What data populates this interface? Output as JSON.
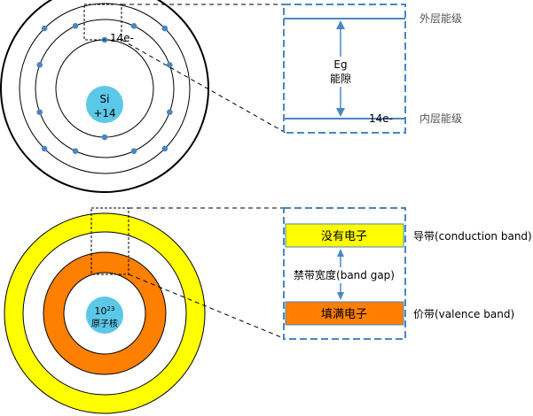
{
  "top": {
    "nucleus_symbol": "Si",
    "nucleus_charge": "+14",
    "electron_count_label": "14e-",
    "detail": {
      "outer_level_label": "外层能级",
      "inner_level_label": "内层能级",
      "gap_symbol": "Eg",
      "gap_label": "能隙",
      "inner_electrons_label": "14e-"
    }
  },
  "bottom": {
    "nucleus_count_base": "10",
    "nucleus_count_exp": "23",
    "nucleus_label": "原子核",
    "detail": {
      "conduction_box_label": "没有电子",
      "conduction_label": "导带(conduction band)",
      "gap_label": "禁带宽度(band gap)",
      "valence_box_label": "填满电子",
      "valence_label": "价带(valence band)"
    }
  },
  "colors": {
    "nucleus_fill": "#5bc8e8",
    "electron_dot": "#4a86c5",
    "level_line": "#4a86c5",
    "dashed_frame": "#4a86c5",
    "yellow_band": "#ffff00",
    "orange_band": "#ff7f00"
  }
}
